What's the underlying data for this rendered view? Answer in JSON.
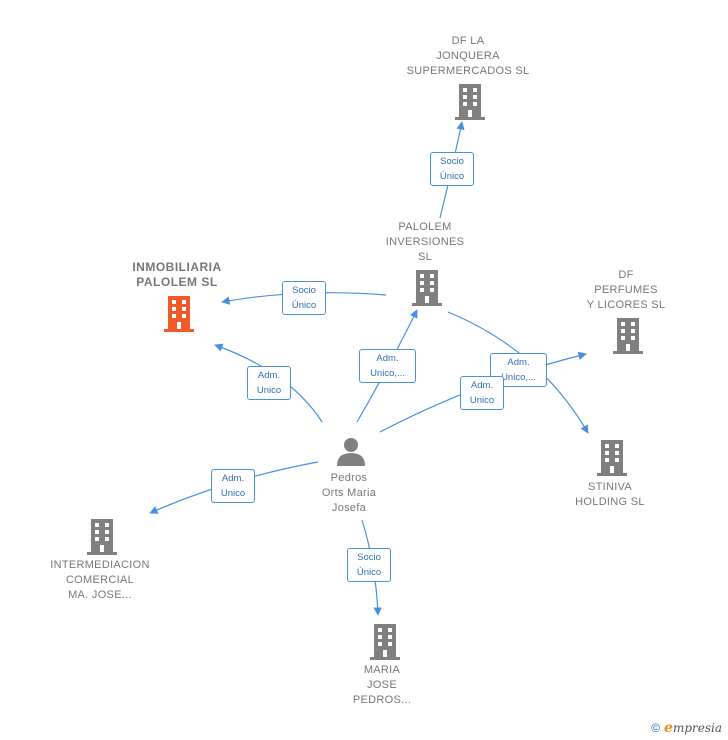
{
  "colors": {
    "edge": "#4a90d9",
    "building": "#808080",
    "building_main": "#f05a28",
    "person": "#808080"
  },
  "nodes": {
    "df_la_jonquera": {
      "label": "DF LA\nJONQUERA\nSUPERMERCADOS SL",
      "icon": "building-icon"
    },
    "palolem_inversiones": {
      "label": "PALOLEM\nINVERSIONES\nSL",
      "icon": "building-icon"
    },
    "inmobiliaria_palolem": {
      "label": "INMOBILIARIA\nPALOLEM  SL",
      "icon": "building-icon"
    },
    "df_perfumes": {
      "label": "DF\nPERFUMES\nY LICORES  SL",
      "icon": "building-icon"
    },
    "stiniva": {
      "label": "STINIVA\nHOLDING  SL",
      "icon": "building-icon"
    },
    "pedros_orts": {
      "label": "Pedros\nOrts Maria\nJosefa",
      "icon": "person-icon"
    },
    "intermediacion": {
      "label": "INTERMEDIACION\nCOMERCIAL\nMA.  JOSE...",
      "icon": "building-icon"
    },
    "maria_jose": {
      "label": "MARIA\nJOSE\nPEDROS...",
      "icon": "building-icon"
    }
  },
  "edge_labels": {
    "socio_unico_1": "Socio\nÚnico",
    "socio_unico_2": "Socio\nÚnico",
    "adm_unico_1": "Adm.\nUnico",
    "adm_unico_2": "Adm.\nUnico,...",
    "adm_unico_3": "Adm.\nUnico,...",
    "adm_unico_4": "Adm.\nUnico",
    "adm_unico_5": "Adm.\nUnico",
    "socio_unico_3": "Socio\nÚnico"
  },
  "footer": {
    "copyright": "©",
    "brand_initial": "e",
    "brand_rest": "mpresia"
  }
}
